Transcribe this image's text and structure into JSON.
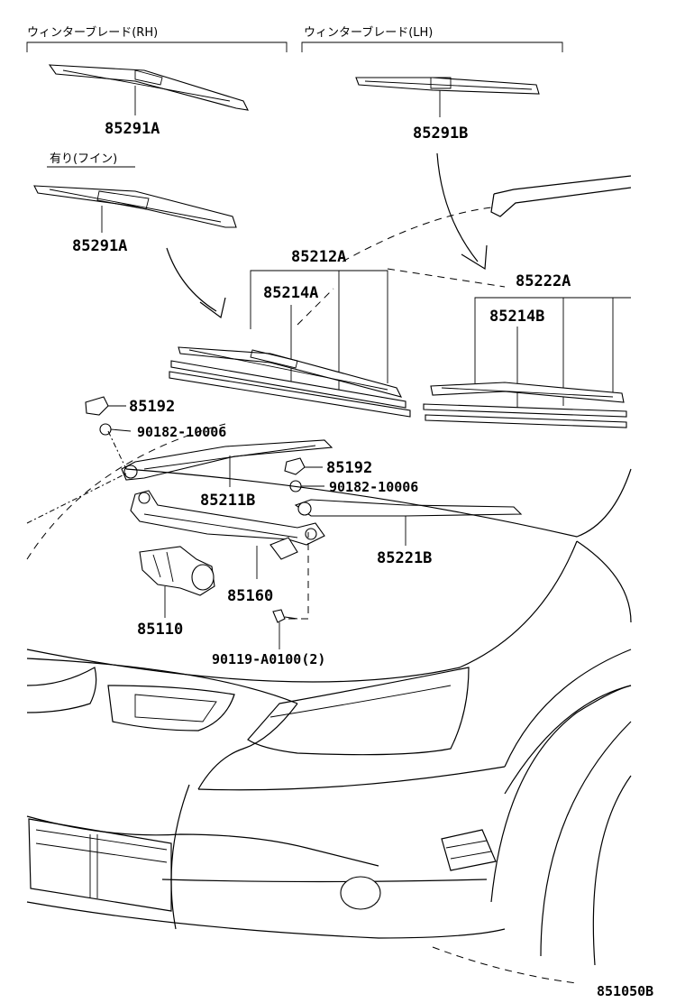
{
  "headers": {
    "rh": "ウィンターブレード(RH)",
    "lh": "ウィンターブレード(LH)",
    "option": "有り(フイン)"
  },
  "parts": {
    "p85291A_top": "85291A",
    "p85291B": "85291B",
    "p85291A_mid": "85291A",
    "p85212A": "85212A",
    "p85214A": "85214A",
    "p85222A": "85222A",
    "p85214B": "85214B",
    "p85192_a": "85192",
    "p90182_a": "90182-10006",
    "p85192_b": "85192",
    "p90182_b": "90182-10006",
    "p85211B": "85211B",
    "p85221B": "85221B",
    "p85160": "85160",
    "p85110": "85110",
    "p90119": "90119-A0100(2)"
  },
  "figure_id": "851050B"
}
